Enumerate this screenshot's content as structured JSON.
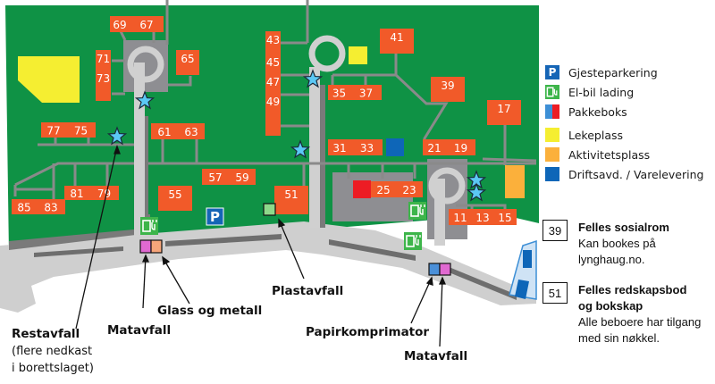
{
  "map": {
    "colors": {
      "grass": "#0f9245",
      "building": "#f15a29",
      "path": "#8a8a8a",
      "road": "#cfcfcf",
      "road_dark": "#6e6e6e",
      "playground": "#f5ee31",
      "activity": "#fbb03b",
      "ops": "#0e66b8",
      "parcel_blue": "#3d8fd6",
      "parcel_red": "#ed1c24",
      "ev_green": "#3db54a",
      "parking_blue": "#1565b6",
      "star": "#5bc8f5",
      "food_waste": "#e069d1",
      "glass_metal": "#f7a57a",
      "plastic": "#8ed98a",
      "paper": "#4a90d9"
    },
    "buildings": [
      "69",
      "67",
      "71",
      "73",
      "65",
      "43",
      "45",
      "47",
      "49",
      "41",
      "35",
      "37",
      "39",
      "17",
      "77",
      "75",
      "61",
      "63",
      "31",
      "33",
      "21",
      "19",
      "57",
      "59",
      "81",
      "79",
      "85",
      "83",
      "55",
      "51",
      "25",
      "23",
      "11",
      "13",
      "15"
    ],
    "parking_label": "P"
  },
  "legend": {
    "items": [
      {
        "icon": "parking-icon",
        "label": "Gjesteparkering"
      },
      {
        "icon": "ev-charging-icon",
        "label": "El-bil lading"
      },
      {
        "icon": "parcel-box-icon",
        "label": "Pakkeboks"
      },
      {
        "icon": "playground-swatch",
        "label": "Lekeplass"
      },
      {
        "icon": "activity-area-swatch",
        "label": "Aktivitetsplass"
      },
      {
        "icon": "operations-swatch",
        "label": "Driftsavd. / Varelevering"
      }
    ]
  },
  "info_boxes": [
    {
      "number": "39",
      "title": "Felles sosialrom",
      "lines": [
        "Kan bookes på",
        "lynghaug.no."
      ]
    },
    {
      "number": "51",
      "title_lines": [
        "Felles redskapsbod",
        "og bokskap"
      ],
      "lines": [
        "Alle beboere har tilgang",
        "med sin nøkkel."
      ]
    }
  ],
  "callouts": {
    "restavfall": "Restavfall",
    "restavfall_sub": [
      "(flere nedkast",
      "i borettslaget)"
    ],
    "matavfall_left": "Matavfall",
    "glass_metall": "Glass og metall",
    "plastavfall": "Plastavfall",
    "papirkomprimator": "Papirkomprimator",
    "matavfall_right": "Matavfall"
  }
}
